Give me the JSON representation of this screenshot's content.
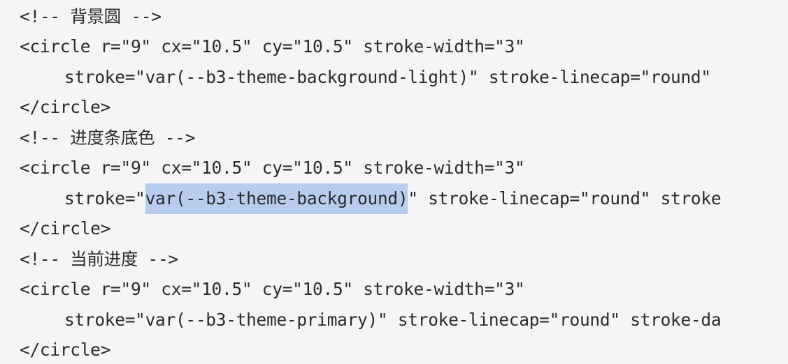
{
  "lines": [
    {
      "text": "<!-- 背景圆 -->"
    },
    {
      "text": "<circle r=\"9\" cx=\"10.5\" cy=\"10.5\" stroke-width=\"3\""
    },
    {
      "text": "stroke=\"var(--b3-theme-background-light)\" stroke-linecap=\"round\""
    },
    {
      "text": "</circle>"
    },
    {
      "text": "<!-- 进度条底色 -->"
    },
    {
      "text": "<circle r=\"9\" cx=\"10.5\" cy=\"10.5\" stroke-width=\"3\""
    },
    {
      "before": "stroke=\"",
      "selected": "var(--b3-theme-background)",
      "after": "\" stroke-linecap=\"round\" stroke"
    },
    {
      "text": "</circle>"
    },
    {
      "text": "<!-- 当前进度 -->"
    },
    {
      "text": "<circle r=\"9\" cx=\"10.5\" cy=\"10.5\" stroke-width=\"3\""
    },
    {
      "text": "stroke=\"var(--b3-theme-primary)\" stroke-linecap=\"round\" stroke-da"
    },
    {
      "text": "</circle>"
    }
  ]
}
